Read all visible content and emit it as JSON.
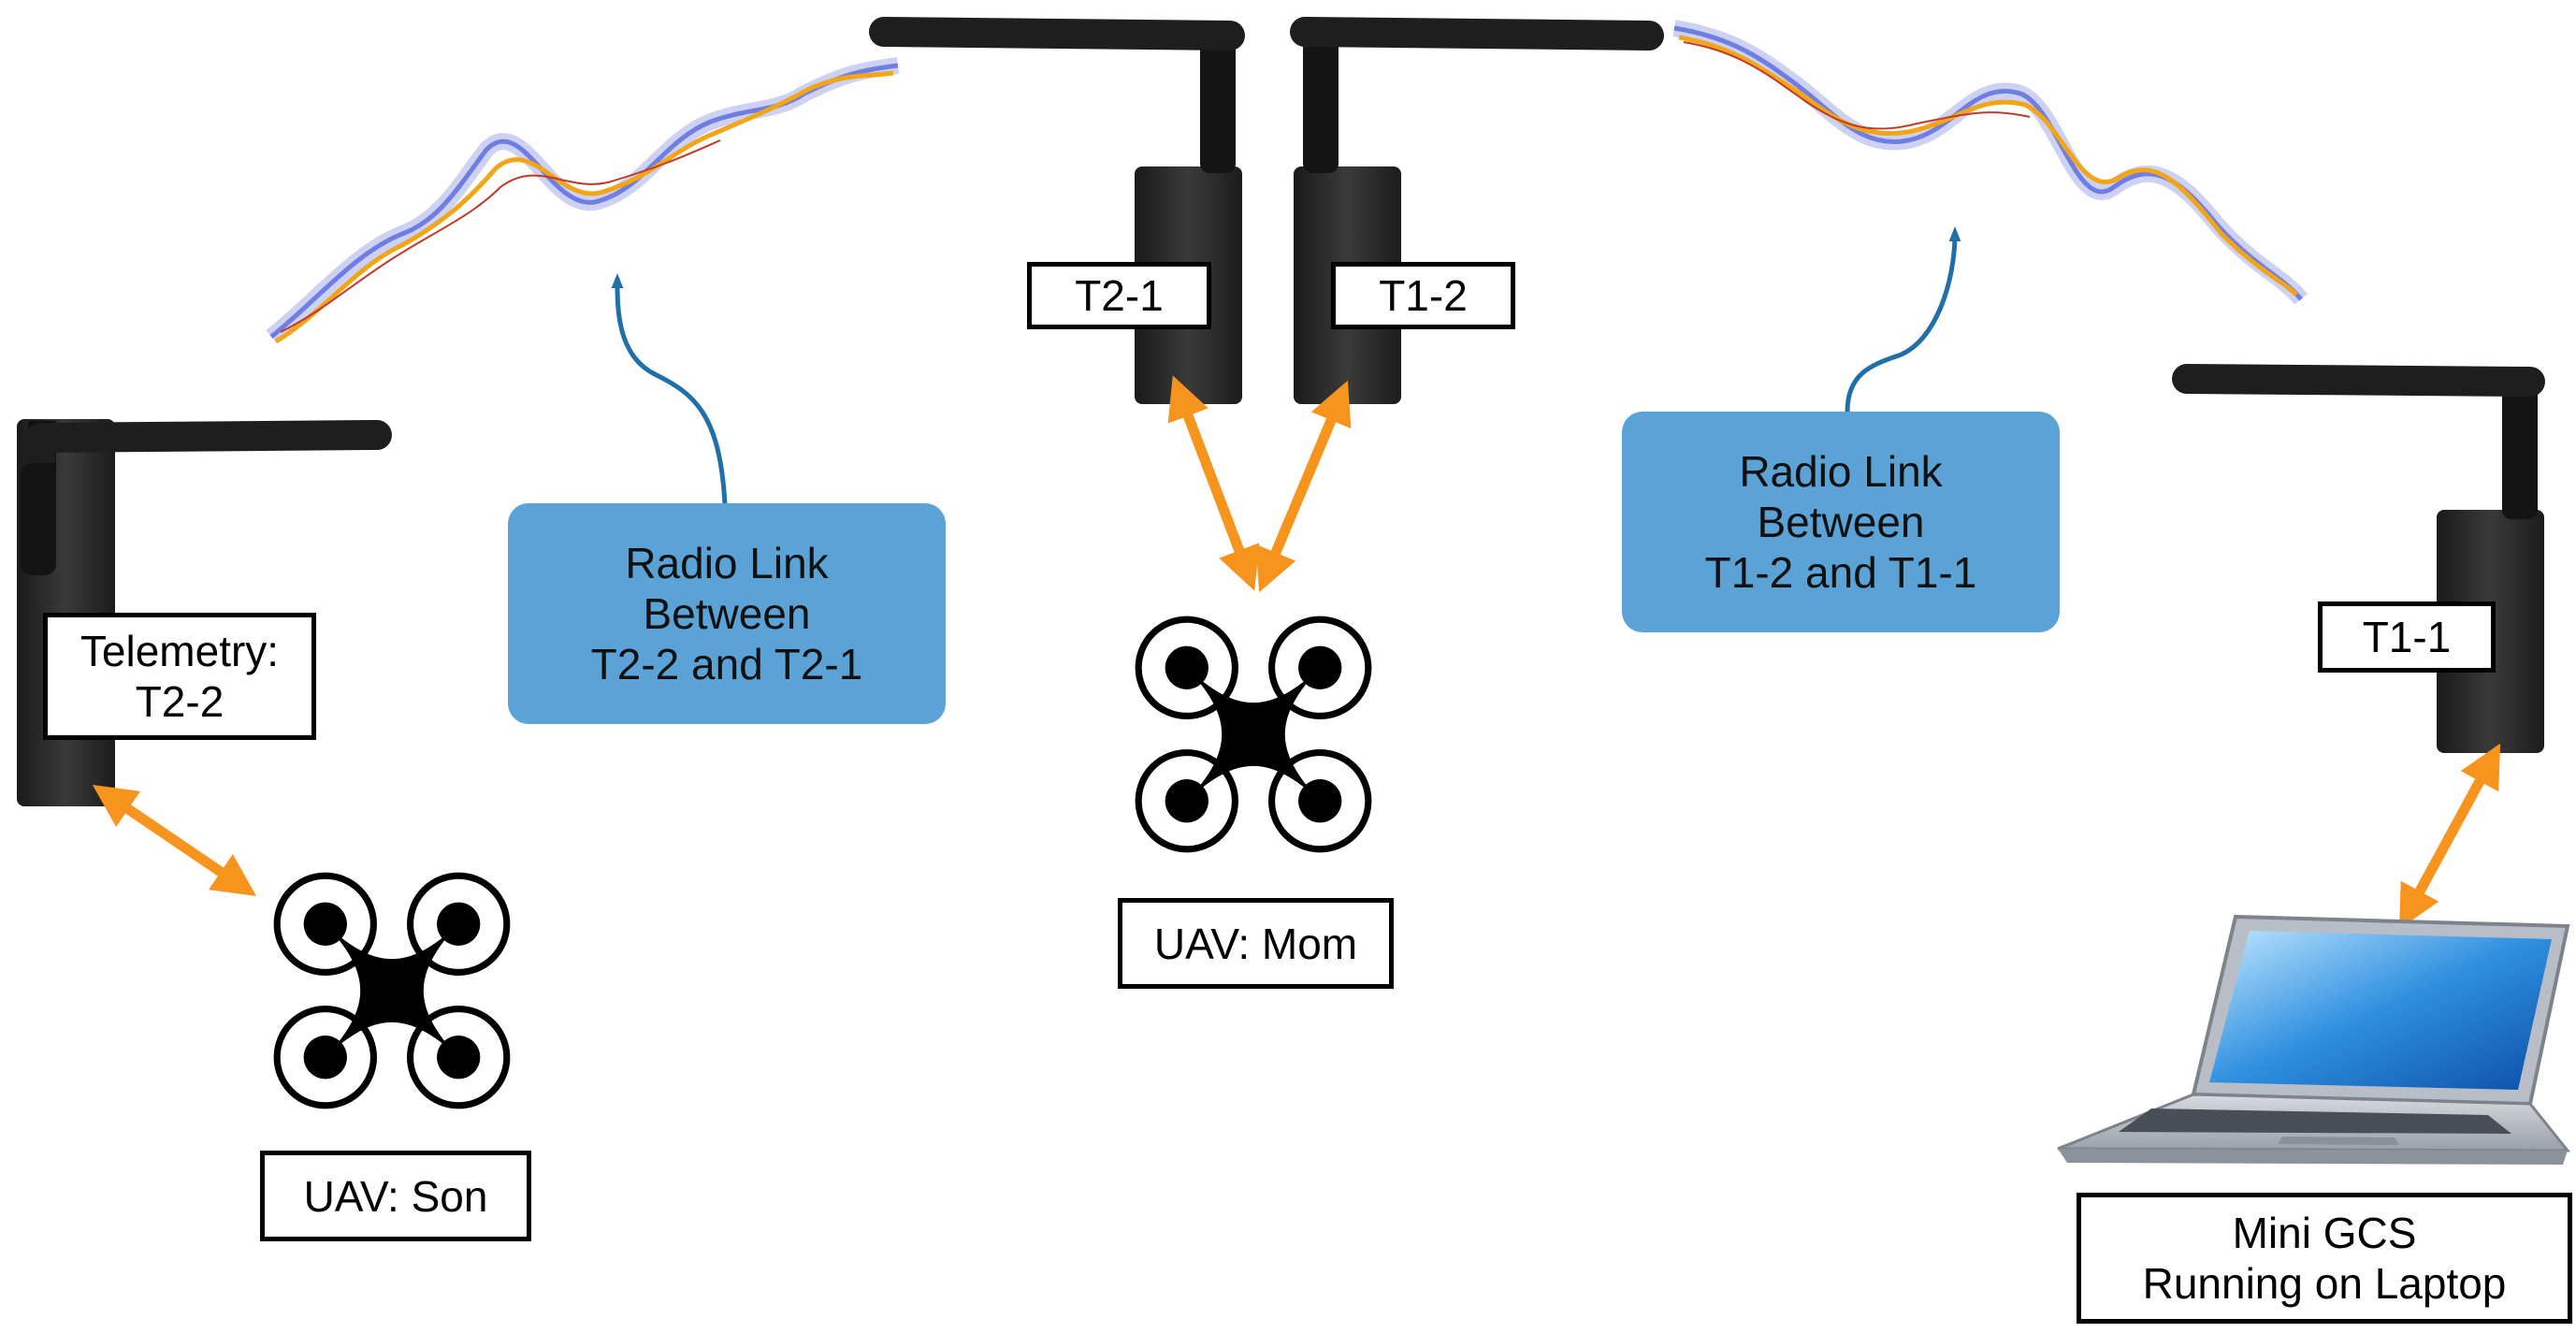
{
  "colors": {
    "radio_link_box": "#5ba3d6",
    "link_pointer": "#1f6fa8",
    "wired_link_arrow": "#f7941d",
    "telemetry_module": "#2b2b2b",
    "antenna": "#1e1e1e",
    "uav": "#000000",
    "wave_primary": "#6f7ee0",
    "wave_secondary": "#f2a516"
  },
  "labels": {
    "t2_2": [
      "Telemetry:",
      "T2-2"
    ],
    "t2_1": "T2-1",
    "t1_2": "T1-2",
    "t1_1": "T1-1",
    "uav_son": "UAV: Son",
    "uav_mom": "UAV: Mom",
    "gcs": [
      "Mini GCS",
      "Running on Laptop"
    ]
  },
  "radio_links": {
    "left": [
      "Radio Link",
      "Between",
      "T2-2 and T2-1"
    ],
    "right": [
      "Radio Link",
      "Between",
      "T1-2 and T1-1"
    ]
  },
  "icons": {
    "uav": "quadcopter-icon",
    "module": "telemetry-radio-icon",
    "laptop": "laptop-icon",
    "wave": "radio-wave-icon"
  }
}
